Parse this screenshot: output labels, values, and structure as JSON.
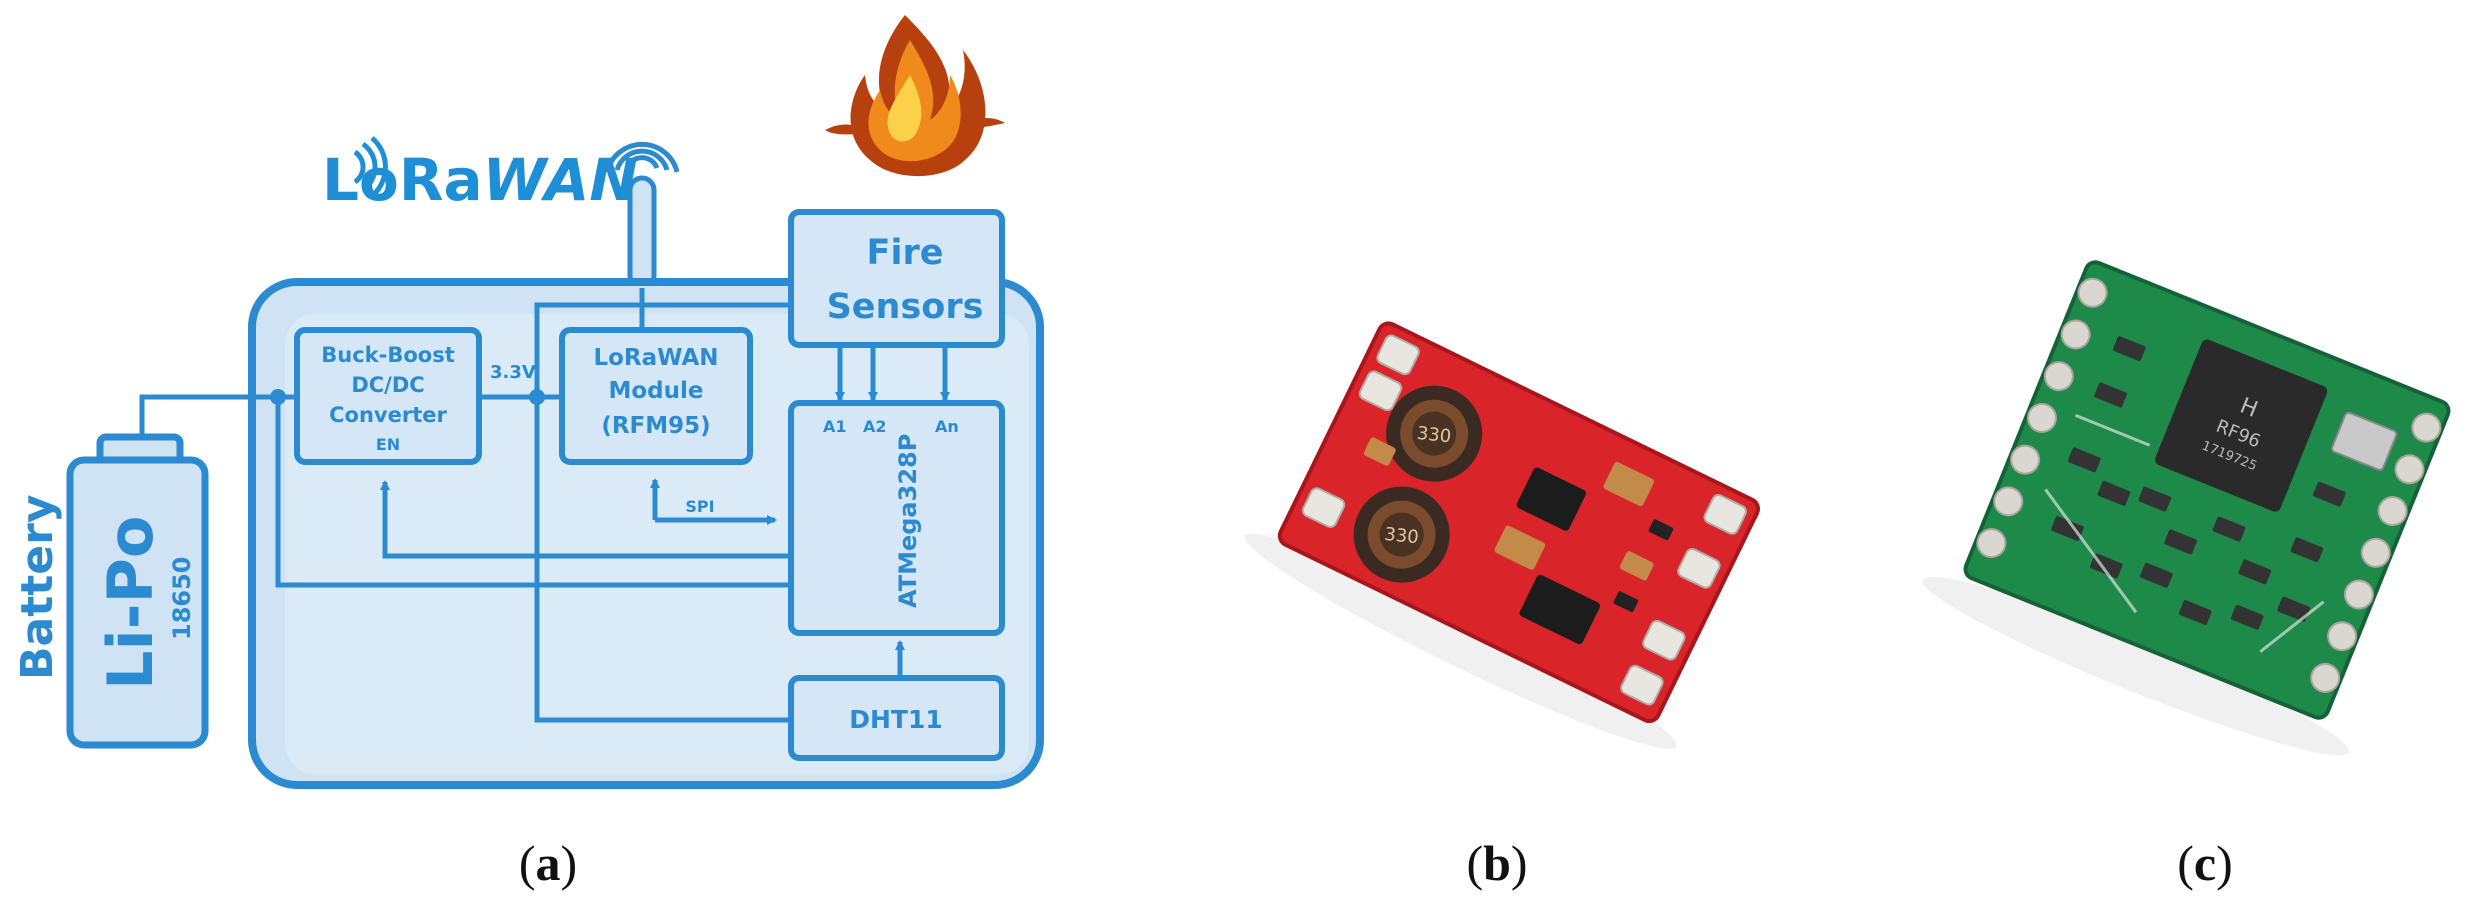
{
  "colors": {
    "accent": "#2b8ad0",
    "panel_fill": "#cfe3f5",
    "panel_inner": "#dceaf7",
    "box_fill": "#d5e6f6",
    "module_red": "#e22a2a",
    "module_green": "#1e8a4a",
    "chip_black": "#2a2a2a"
  },
  "diagram": {
    "logo": {
      "lo": "L",
      "ora": "oRa",
      "wan": "WAN",
      "tm": "™"
    },
    "battery": {
      "label": "Battery",
      "type": "Li-Po",
      "size": "18650"
    },
    "buck_boost": {
      "line1": "Buck-Boost",
      "line2": "DC/DC",
      "line3": "Converter",
      "pin": "EN"
    },
    "voltage_label": "3.3V",
    "lorawan_module": {
      "line1": "LoRaWAN",
      "line2": "Module",
      "line3": "(RFM95)"
    },
    "fire_sensors": {
      "line1": "Fire",
      "line2": "Sensors"
    },
    "mcu": {
      "label": "ATMega328P",
      "pin_a1": "A1",
      "pin_a2": "A2",
      "pin_an": "An"
    },
    "spi_label": "SPI",
    "dht": {
      "label": "DHT11"
    },
    "icons": [
      "antenna-icon",
      "fire-icon",
      "buck-boost-module-photo",
      "rfm95-module-photo"
    ]
  },
  "module_b": {
    "inductor_1": "330",
    "inductor_2": "330"
  },
  "module_c": {
    "brand": "H",
    "chip_line1": "RF96",
    "chip_line2": "1719725"
  },
  "captions": [
    {
      "open": "(",
      "letter": "a",
      "close": ")"
    },
    {
      "open": "(",
      "letter": "b",
      "close": ")"
    },
    {
      "open": "(",
      "letter": "c",
      "close": ")"
    }
  ]
}
